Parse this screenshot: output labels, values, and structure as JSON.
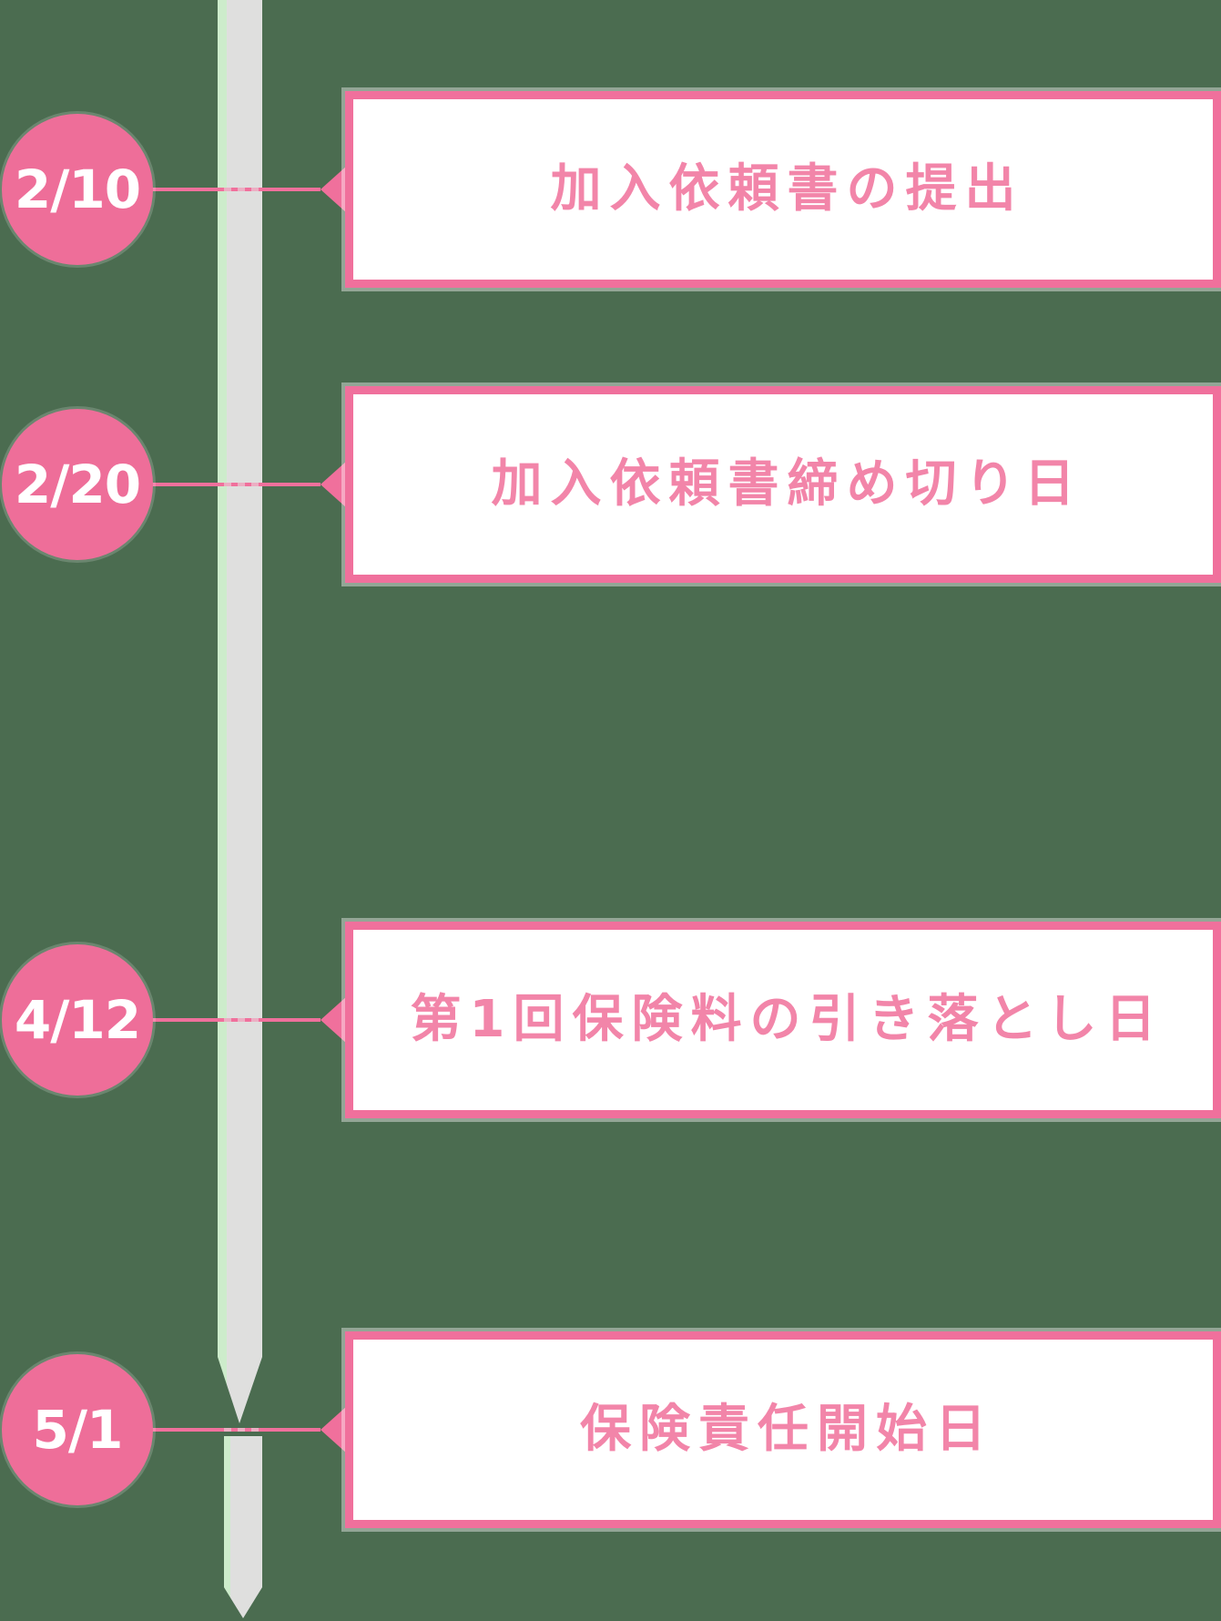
{
  "timeline": {
    "items": [
      {
        "date": "2/10",
        "label": "加入依頼書の提出"
      },
      {
        "date": "2/20",
        "label": "加入依頼書締め切り日"
      },
      {
        "date": "4/12",
        "label": "第1回保険料の引き落とし日"
      },
      {
        "date": "5/1",
        "label": "保険責任開始日"
      }
    ],
    "colors": {
      "background": "#4b6c50",
      "bar_gray": "#dfdfde",
      "bar_mint": "#cdeccb",
      "pink": "#ee6e99",
      "pink_border": "#f0709c",
      "pink_text": "#f285a9",
      "text_white": "#ffffff"
    }
  }
}
